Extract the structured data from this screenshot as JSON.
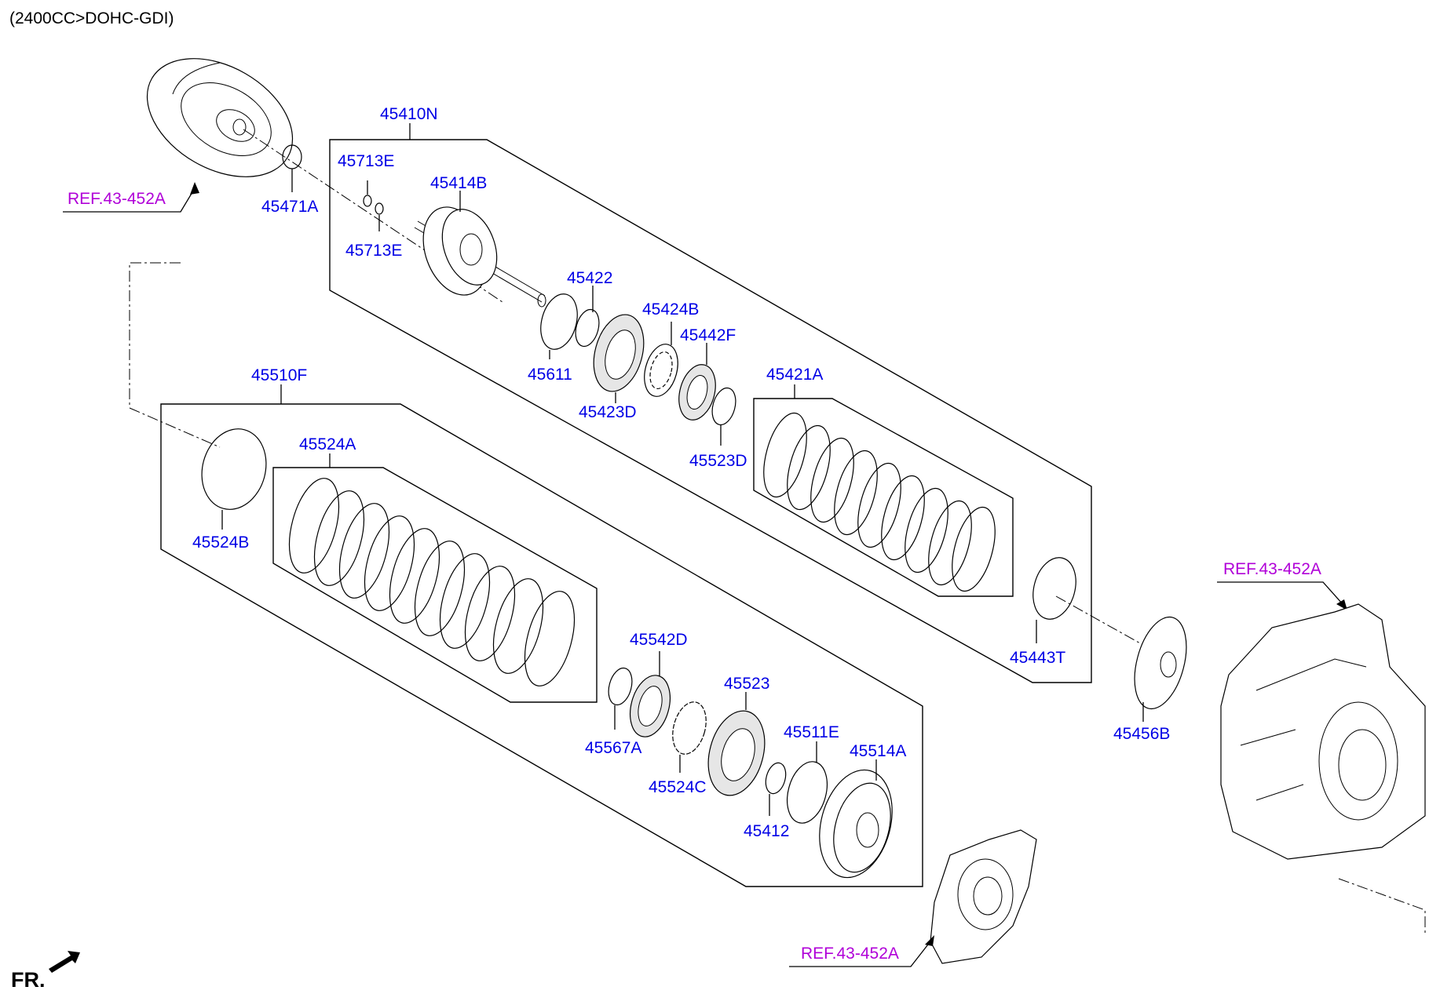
{
  "header": {
    "engine_spec": "(2400CC>DOHC-GDI)"
  },
  "direction": {
    "label": "FR."
  },
  "refs": {
    "ref_top_left": "REF.43-452A",
    "ref_right": "REF.43-452A",
    "ref_bottom": "REF.43-452A"
  },
  "parts": {
    "p45410N": "45410N",
    "p45713E_a": "45713E",
    "p45713E_b": "45713E",
    "p45414B": "45414B",
    "p45471A": "45471A",
    "p45422": "45422",
    "p45424B": "45424B",
    "p45442F": "45442F",
    "p45611": "45611",
    "p45423D": "45423D",
    "p45421A": "45421A",
    "p45523D": "45523D",
    "p45510F": "45510F",
    "p45524A": "45524A",
    "p45524B": "45524B",
    "p45443T": "45443T",
    "p45456B": "45456B",
    "p45542D": "45542D",
    "p45523": "45523",
    "p45567A": "45567A",
    "p45524C": "45524C",
    "p45511E": "45511E",
    "p45514A": "45514A",
    "p45412": "45412"
  },
  "colors": {
    "part_label": "#0000e6",
    "ref_label": "#b000d8",
    "line": "#000000"
  }
}
